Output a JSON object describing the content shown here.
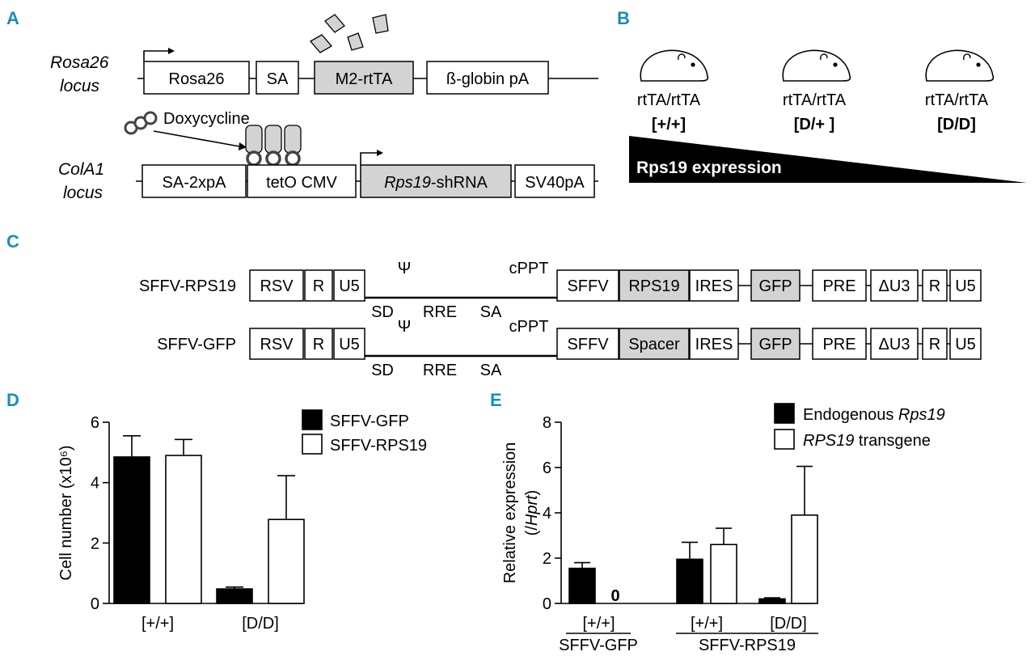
{
  "panel_letters": [
    "A",
    "B",
    "C",
    "D",
    "E"
  ],
  "panel_a": {
    "rosa_label_1": "Rosa26",
    "rosa_label_2": "locus",
    "rosa_boxes": [
      "Rosa26",
      "SA",
      "M2-rtTA",
      "ß-globin pA"
    ],
    "doxycycline": "Doxycycline",
    "cola_label_1": "ColA1",
    "cola_label_2": "locus",
    "cola_boxes": [
      "SA-2xpA",
      "tetO CMV",
      "SV40pA"
    ],
    "shrna_italic": "Rps19",
    "shrna_rest": "-shRNA"
  },
  "panel_b": {
    "mice": [
      {
        "genotype": "rtTA/rtTA",
        "allele": "[+/+]"
      },
      {
        "genotype": "rtTA/rtTA",
        "allele": "[D/+ ]"
      },
      {
        "genotype": "rtTA/rtTA",
        "allele": "[D/D]"
      }
    ],
    "wedge_label": "Rps19 expression"
  },
  "panel_c": {
    "constructs": [
      {
        "name": "SFFV-RPS19",
        "left_boxes": [
          "RSV",
          "R",
          "U5"
        ],
        "above": [
          "Ψ",
          "cPPT"
        ],
        "below": [
          "SD",
          "RRE",
          "SA"
        ],
        "right_boxes": [
          "SFFV",
          "RPS19",
          "IRES",
          "GFP",
          "PRE",
          "ΔU3",
          "R",
          "U5"
        ]
      },
      {
        "name": "SFFV-GFP",
        "left_boxes": [
          "RSV",
          "R",
          "U5"
        ],
        "above": [
          "Ψ",
          "cPPT"
        ],
        "below": [
          "SD",
          "RRE",
          "SA"
        ],
        "right_boxes": [
          "SFFV",
          "Spacer",
          "IRES",
          "GFP",
          "PRE",
          "ΔU3",
          "R",
          "U5"
        ]
      }
    ]
  },
  "chart_data": [
    {
      "type": "bar",
      "panel": "D",
      "ylabel": "Cell number (x10⁶)",
      "categories": [
        "[+/+]",
        "[D/D]"
      ],
      "series": [
        {
          "name": "SFFV-GFP",
          "color": "#000000",
          "values": [
            4.85,
            0.48
          ],
          "errors": [
            0.7,
            0.06
          ]
        },
        {
          "name": "SFFV-RPS19",
          "color": "#ffffff",
          "values": [
            4.9,
            2.78
          ],
          "errors": [
            0.53,
            1.45
          ]
        }
      ],
      "ylim": [
        0,
        6
      ],
      "yticks": [
        0,
        2,
        4,
        6
      ]
    },
    {
      "type": "bar",
      "panel": "E",
      "ylabel": "Relative expression",
      "ylabel2_paren_open": "(/",
      "ylabel2_italic": "Hprt",
      "ylabel2_paren_close": ")",
      "legend": [
        {
          "prefix": "Endogenous ",
          "italic": "Rps19",
          "suffix": "",
          "color": "#000000"
        },
        {
          "prefix": "",
          "italic": "RPS19",
          "suffix": " transgene",
          "color": "#ffffff"
        }
      ],
      "categories": [
        "[+/+]",
        "[+/+]",
        "[D/D]"
      ],
      "groups": [
        "SFFV-GFP",
        "SFFV-RPS19"
      ],
      "series": [
        {
          "name": "Endogenous Rps19",
          "color": "#000000",
          "values": [
            1.55,
            1.95,
            0.2
          ],
          "errors": [
            0.25,
            0.75,
            0.05
          ]
        },
        {
          "name": "RPS19 transgene",
          "color": "#ffffff",
          "values": [
            0,
            2.6,
            3.9
          ],
          "errors": [
            0,
            0.72,
            2.15
          ]
        }
      ],
      "zero_label": "0",
      "ylim": [
        0,
        8
      ],
      "yticks": [
        0,
        2,
        4,
        6,
        8
      ]
    }
  ]
}
